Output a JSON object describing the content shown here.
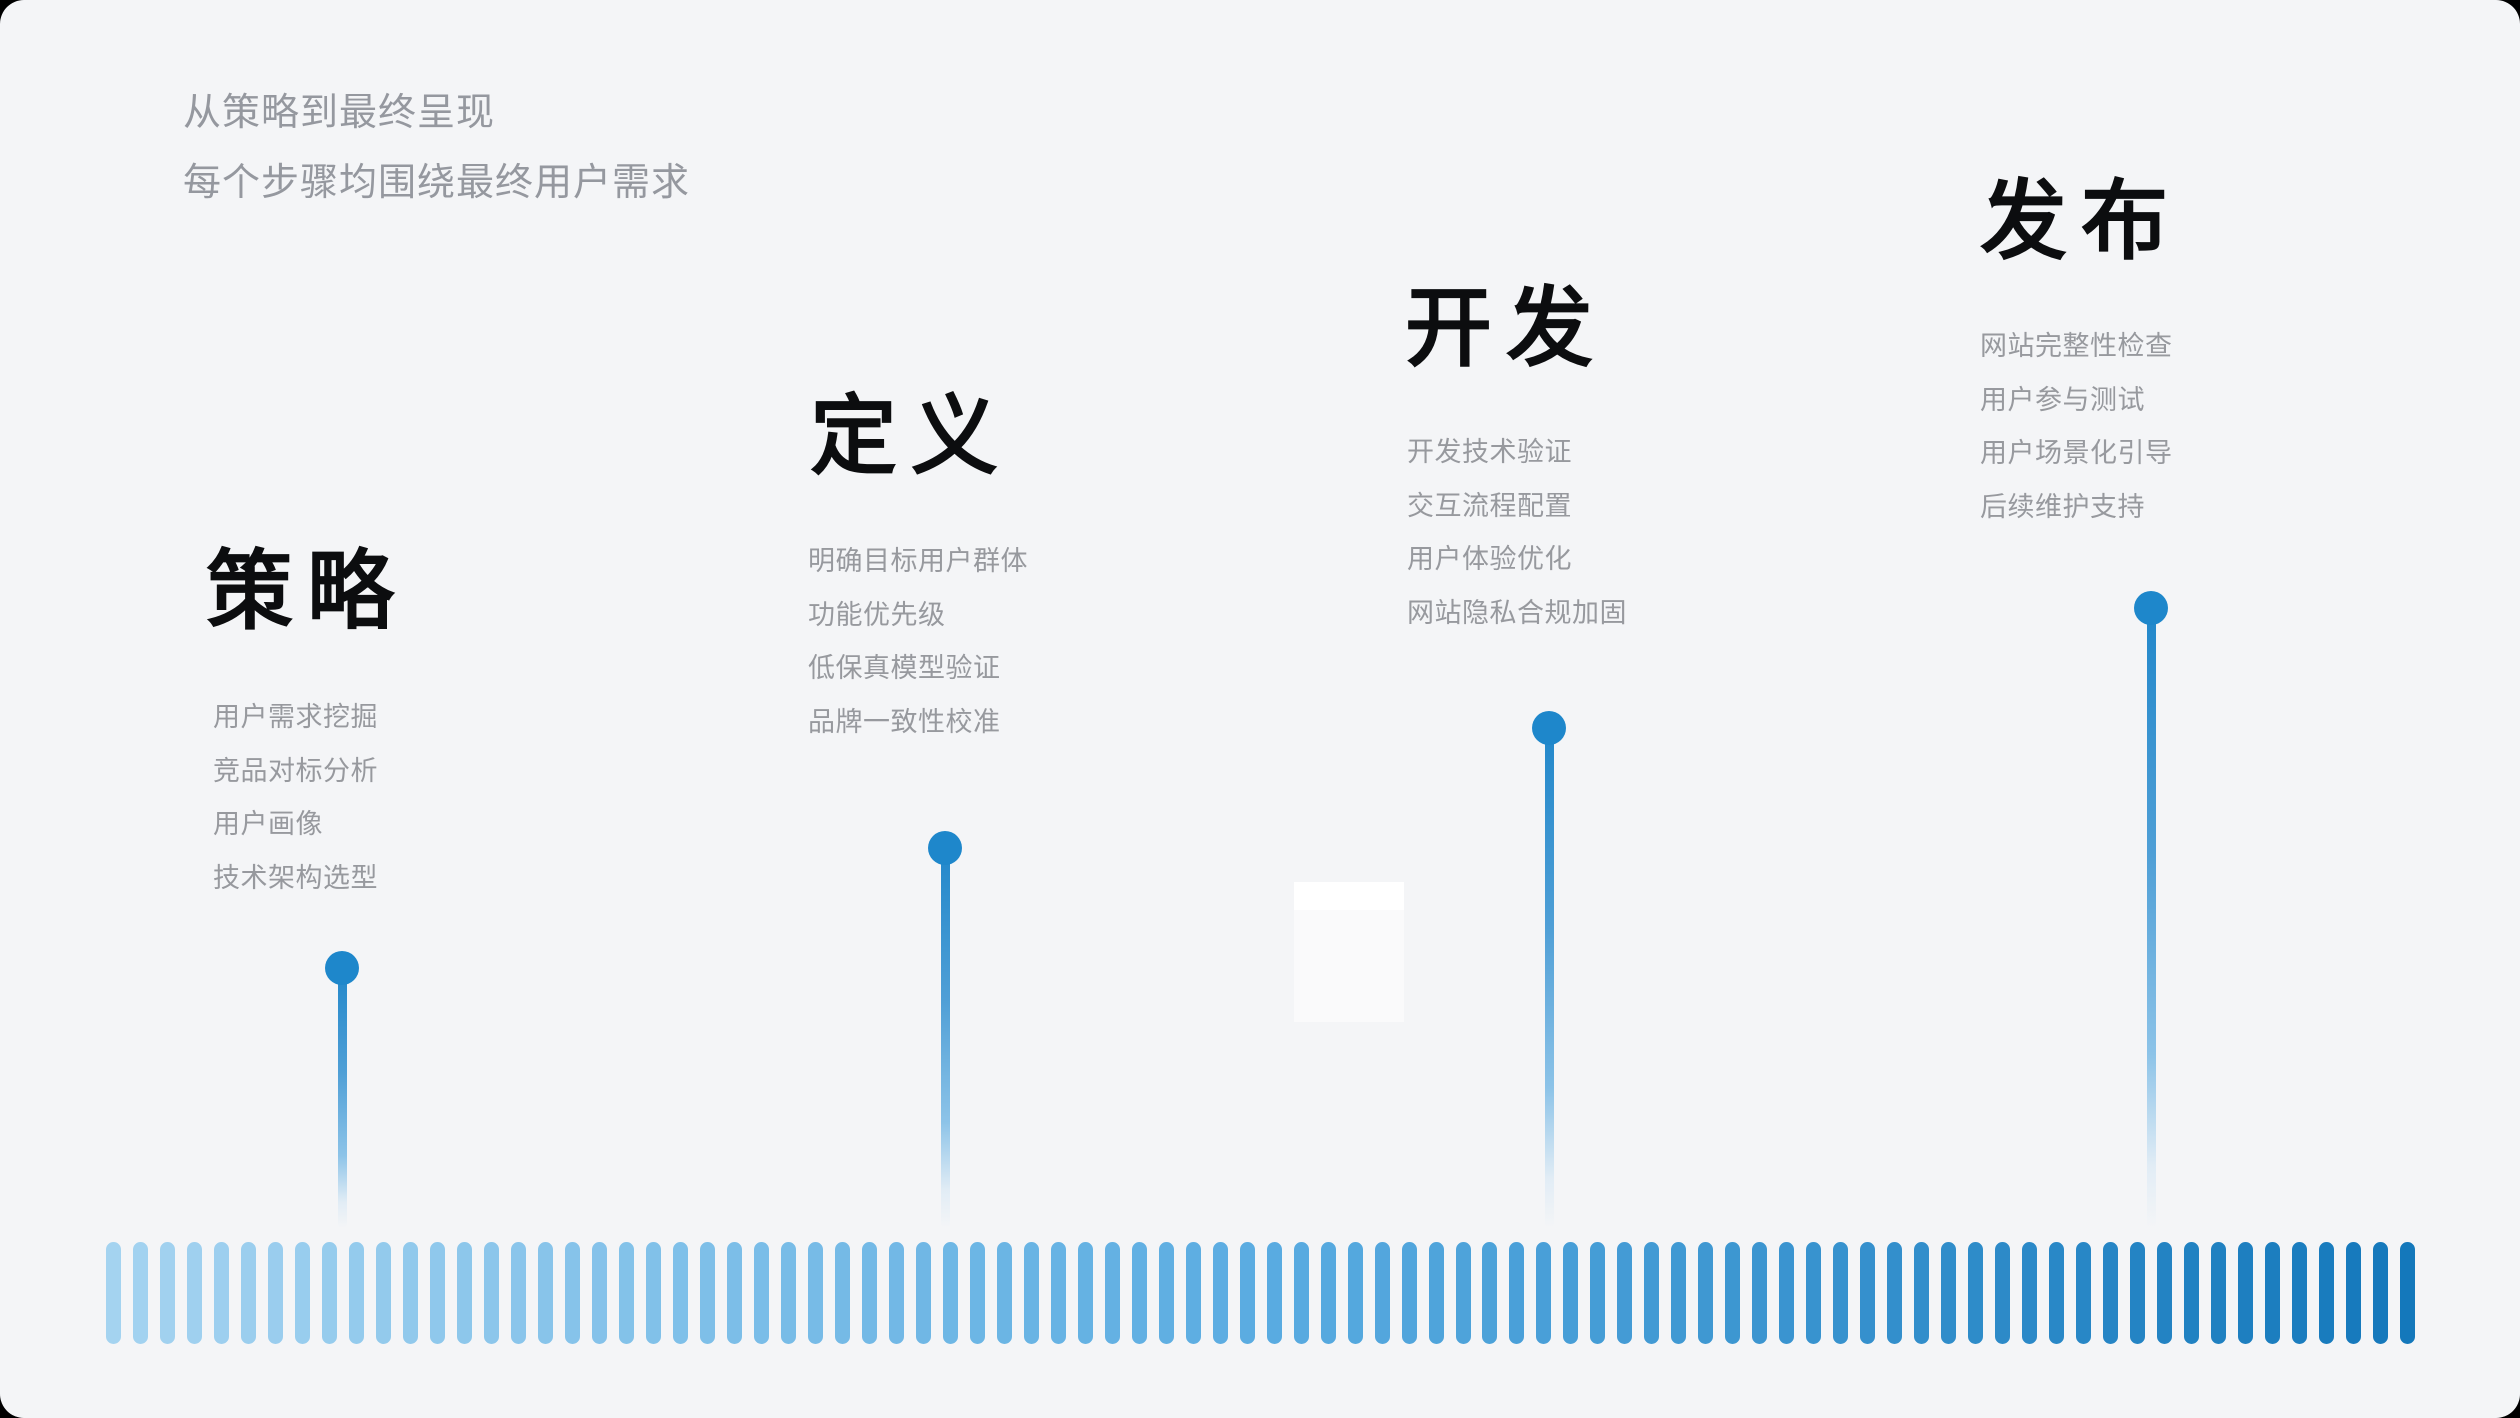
{
  "colors": {
    "background": "#f4f5f7",
    "frame": "#000000",
    "title": "#0c0d0f",
    "gray_text": "#97999e",
    "header_gray": "#95989f"
  },
  "header": {
    "line1": "从策略到最终呈现",
    "line2": "每个步骤均围绕最终用户需求"
  },
  "stages": [
    {
      "title": "策略",
      "items": [
        "用户需求挖掘",
        "竞品对标分析",
        "用户画像",
        "技术架构选型"
      ]
    },
    {
      "title": "定义",
      "items": [
        "明确目标用户群体",
        "功能优先级",
        "低保真模型验证",
        "品牌一致性校准"
      ]
    },
    {
      "title": "开发",
      "items": [
        "开发技术验证",
        "交互流程配置",
        "用户体验优化",
        "网站隐私合规加固"
      ]
    },
    {
      "title": "发布",
      "items": [
        "网站完整性检查",
        "用户参与测试",
        "用户场景化引导",
        "后续维护支持"
      ]
    }
  ],
  "marker": {
    "dot_color": "#1e87cb",
    "stem_top_color": "#2187ca"
  },
  "timeline": {
    "bar_count": 86,
    "color_stops": [
      "#a4d3f0",
      "#5aace1",
      "#1478bb"
    ]
  }
}
